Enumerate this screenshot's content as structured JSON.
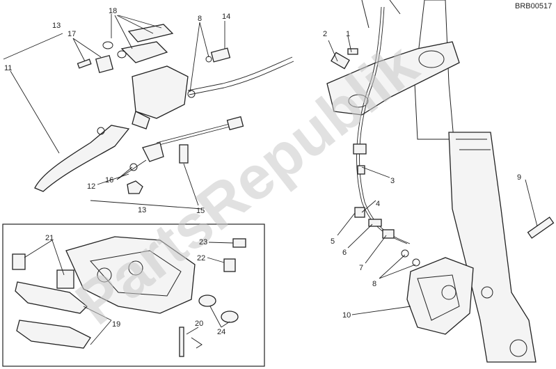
{
  "diagram_code": "BRB00517",
  "watermark": "PartsRepublik",
  "callouts": [
    {
      "id": "c1",
      "text": "1"
    },
    {
      "id": "c2",
      "text": "2"
    },
    {
      "id": "c3",
      "text": "3"
    },
    {
      "id": "c4",
      "text": "4"
    },
    {
      "id": "c5",
      "text": "5"
    },
    {
      "id": "c6",
      "text": "6"
    },
    {
      "id": "c7",
      "text": "7"
    },
    {
      "id": "c8a",
      "text": "8"
    },
    {
      "id": "c8b",
      "text": "8"
    },
    {
      "id": "c9",
      "text": "9"
    },
    {
      "id": "c10",
      "text": "10"
    },
    {
      "id": "c11",
      "text": "11"
    },
    {
      "id": "c12",
      "text": "12"
    },
    {
      "id": "c13a",
      "text": "13"
    },
    {
      "id": "c13b",
      "text": "13"
    },
    {
      "id": "c14",
      "text": "14"
    },
    {
      "id": "c15",
      "text": "15"
    },
    {
      "id": "c16",
      "text": "16"
    },
    {
      "id": "c17",
      "text": "17"
    },
    {
      "id": "c18",
      "text": "18"
    },
    {
      "id": "c19",
      "text": "19"
    },
    {
      "id": "c20",
      "text": "20"
    },
    {
      "id": "c21",
      "text": "21"
    },
    {
      "id": "c22",
      "text": "22"
    },
    {
      "id": "c23",
      "text": "23"
    },
    {
      "id": "c24",
      "text": "24"
    }
  ]
}
